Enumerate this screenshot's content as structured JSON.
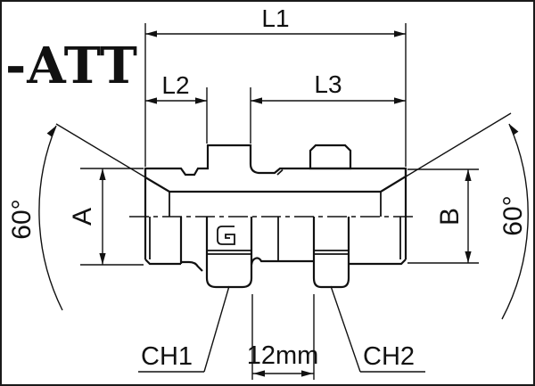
{
  "drawing": {
    "part_code": "-ATT",
    "labels": {
      "l1": "L1",
      "l2": "L2",
      "l3": "L3",
      "diameter_left": "A",
      "diameter_right": "B",
      "angle_left": "60°",
      "angle_right": "60°",
      "hex1": "CH1",
      "hex2": "CH2",
      "grip_length": "12mm"
    },
    "icons": {
      "logo": "square-spiral-logo-icon"
    },
    "colors": {
      "line": "#111111",
      "section_fill": "#c9c9c5",
      "background": "#ffffff",
      "frame": "#1a1a1a"
    }
  }
}
